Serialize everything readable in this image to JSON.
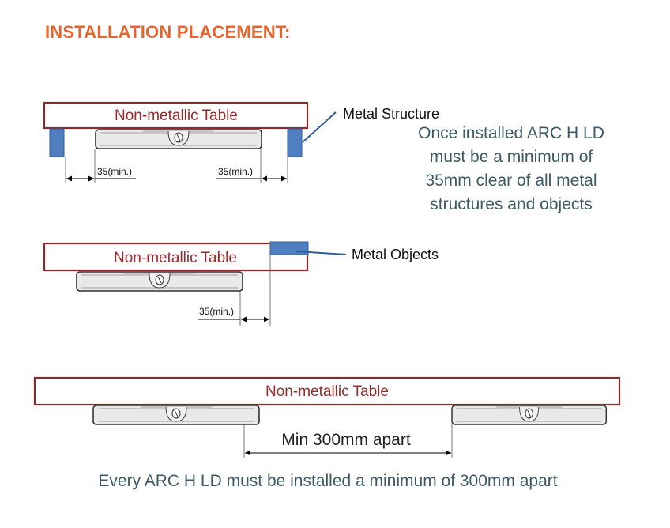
{
  "title": "INSTALLATION PLACEMENT:",
  "note": "Once installed ARC H LD must be a minimum of 35mm clear of all metal structures and objects",
  "footer": "Every ARC H LD must be installed a minimum of 300mm apart",
  "labels": {
    "table": "Non-metallic Table",
    "metal_structure": "Metal Structure",
    "metal_objects": "Metal Objects",
    "clearance": "35(min.)",
    "spacing": "Min 300mm apart"
  },
  "colors": {
    "title": "#e8642c",
    "text": "#3d5a66",
    "table_outline": "#8b2a2a",
    "metal": "#4f7fc0"
  }
}
